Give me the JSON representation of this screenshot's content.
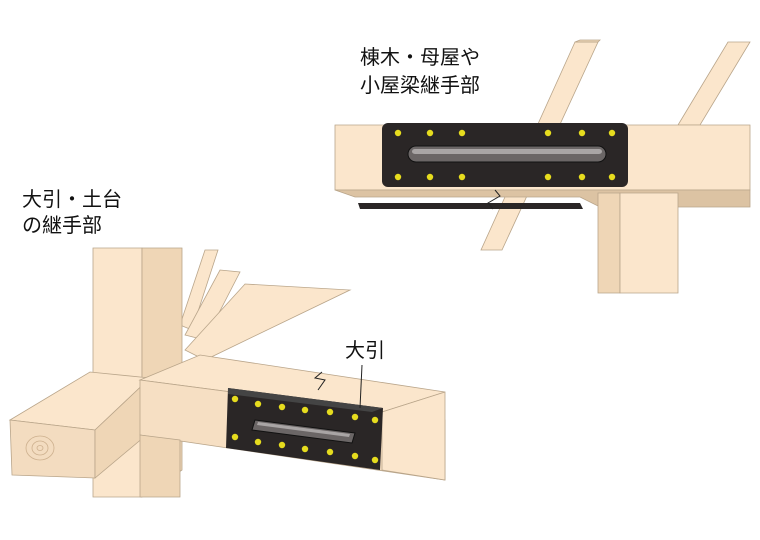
{
  "labels": {
    "top_line1": "棟木・母屋や",
    "top_line2": "小屋梁継手部",
    "left_line1": "大引・土台",
    "left_line2": "の継手部",
    "beam": "大引"
  },
  "colors": {
    "wood_light": "#fbe6cc",
    "wood_mid": "#efd6b6",
    "wood_dark": "#dcc3a3",
    "plate": "#2a2626",
    "bolt": "#e6dc1e"
  }
}
